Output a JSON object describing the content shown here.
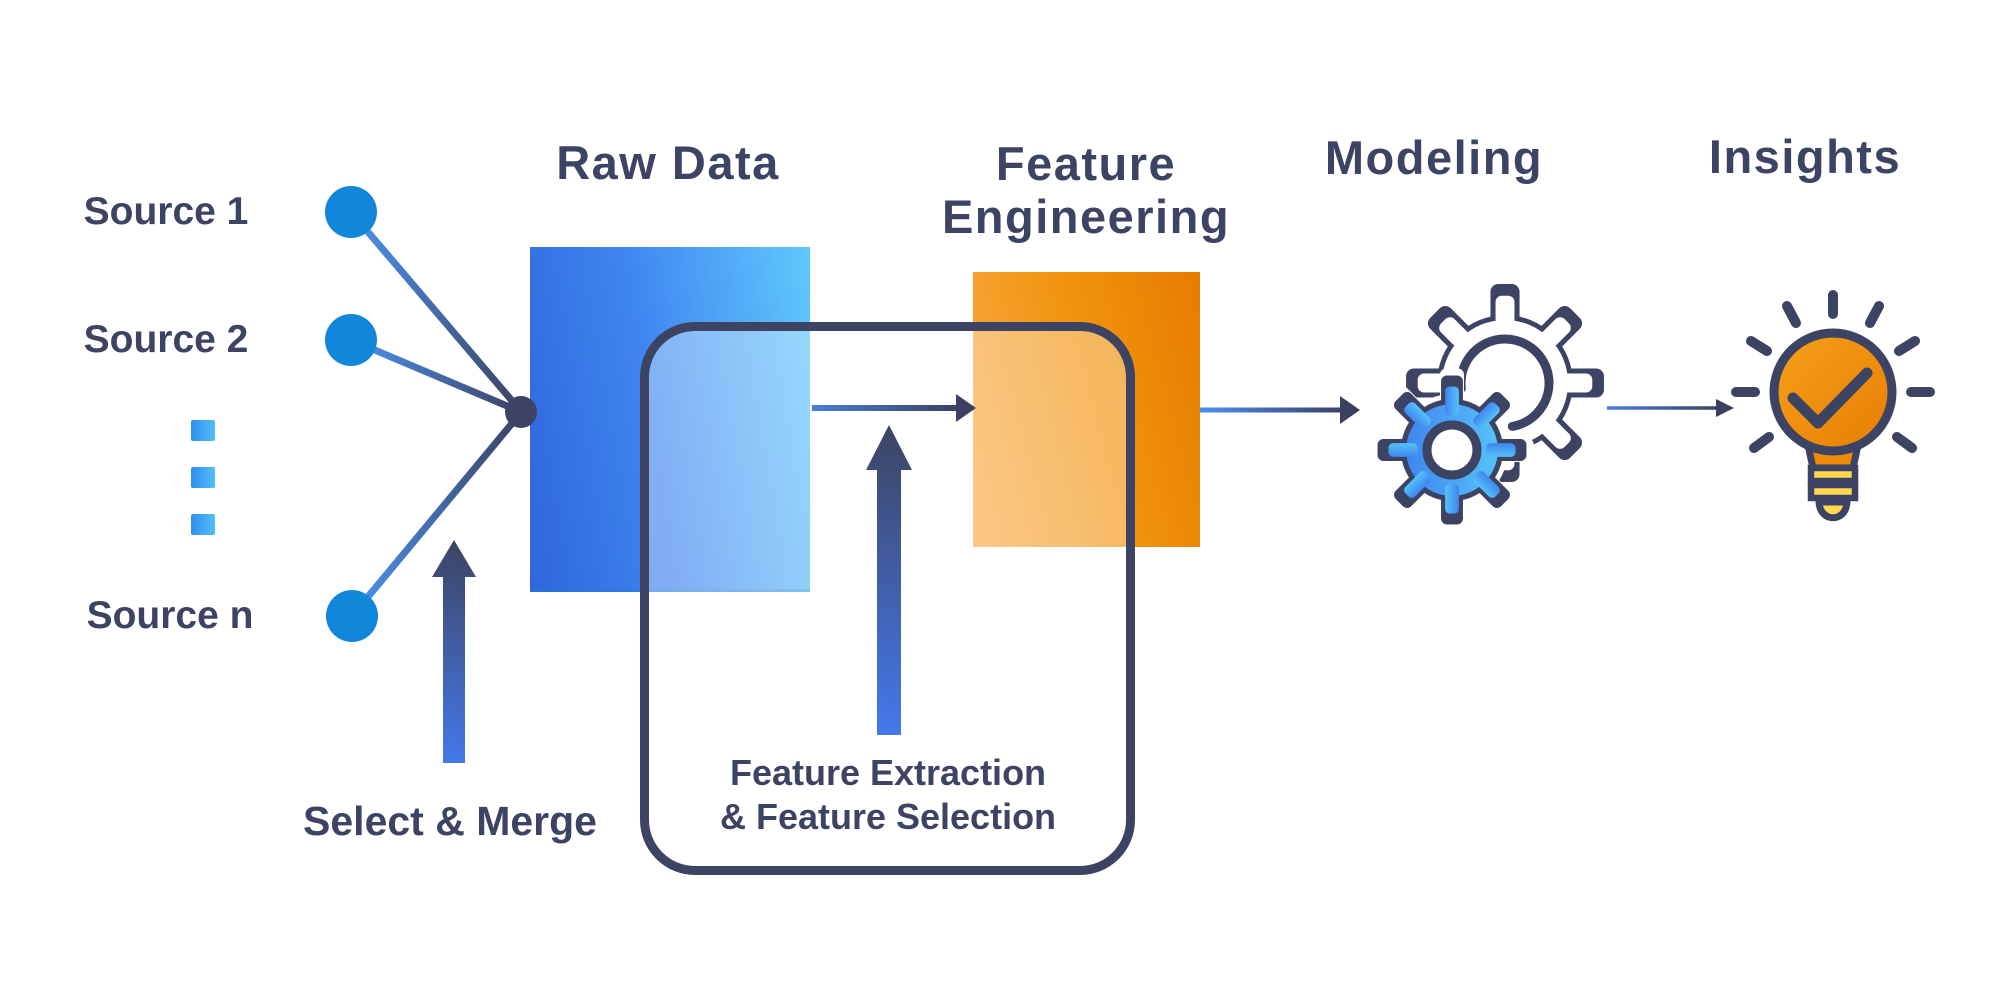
{
  "diagram_title": "Data pipeline flow diagram",
  "sources": {
    "items": [
      {
        "label": "Source 1"
      },
      {
        "label": "Source 2"
      },
      {
        "label": "Source n"
      }
    ],
    "ellipsis_dots": 3
  },
  "stages": {
    "raw_data": {
      "title": "Raw Data"
    },
    "feature_engineering": {
      "title_line1": "Feature",
      "title_line2": "Engineering"
    },
    "modeling": {
      "title": "Modeling",
      "icon": "gears-icon"
    },
    "insights": {
      "title": "Insights",
      "icon": "lightbulb-check-icon"
    }
  },
  "annotations": {
    "select_merge": {
      "label": "Select & Merge"
    },
    "feature_extraction": {
      "line1": "Feature Extraction",
      "line2": "& Feature Selection"
    }
  },
  "flow_edges": [
    "Source 1 -> merge point",
    "Source 2 -> merge point",
    "Source n -> merge point",
    "merge point -> Raw Data",
    "Raw Data -> Feature Engineering",
    "Feature Engineering -> Modeling",
    "Modeling -> Insights"
  ],
  "colors": {
    "navy_ink": "#3d4363",
    "source_node_blue": "#1286d9",
    "raw_data_gradient": [
      "#2f66dc",
      "#3f85f0",
      "#60c9fc"
    ],
    "feature_gradient": [
      "#e67c00",
      "#f0930c",
      "#fbab49"
    ],
    "arrow_blue": "#4478ea",
    "dot_gradient": [
      "#2f8ef0",
      "#53bff8"
    ],
    "gear_blue_gradient": [
      "#3f85ef",
      "#55c2f9"
    ],
    "bulb_orange_gradient": [
      "#f7a01a",
      "#e67e02"
    ],
    "stripe_yellow": "#ffd84f",
    "overlay_fill": "rgba(255,255,255,0.35)"
  }
}
